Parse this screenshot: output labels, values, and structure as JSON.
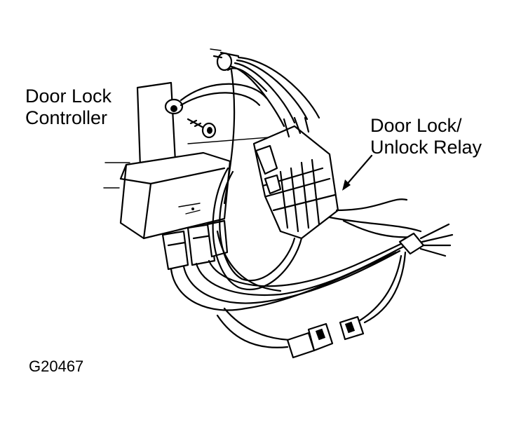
{
  "labels": {
    "controller_line1": "Door Lock",
    "controller_line2": "Controller",
    "relay_line1": "Door Lock/",
    "relay_line2": "Unlock Relay",
    "figure_id": "G20467"
  }
}
